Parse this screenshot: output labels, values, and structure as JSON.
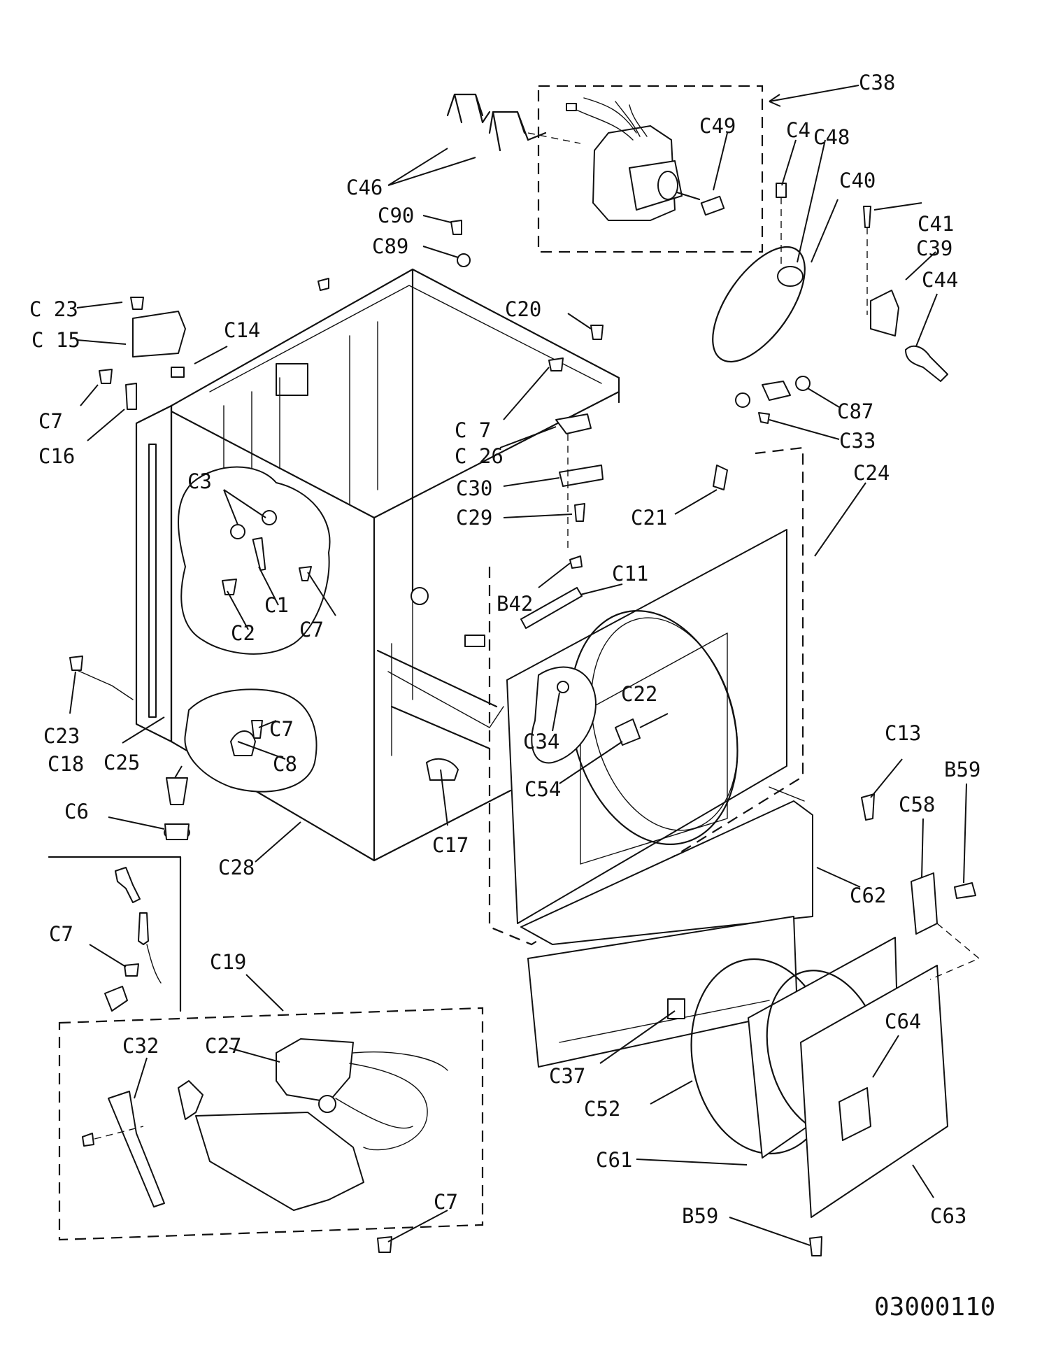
{
  "diagram": {
    "drawing_number": "03000110",
    "callouts": [
      {
        "id": "C38",
        "text": "C38"
      },
      {
        "id": "C49",
        "text": "C49"
      },
      {
        "id": "C4",
        "text": "C4"
      },
      {
        "id": "C48",
        "text": "C48"
      },
      {
        "id": "C40",
        "text": "C40"
      },
      {
        "id": "C46",
        "text": "C46"
      },
      {
        "id": "C90",
        "text": "C90"
      },
      {
        "id": "C89",
        "text": "C89"
      },
      {
        "id": "C41",
        "text": "C41"
      },
      {
        "id": "C39",
        "text": "C39"
      },
      {
        "id": "C44",
        "text": "C44"
      },
      {
        "id": "C23a",
        "text": "C 23"
      },
      {
        "id": "C15",
        "text": "C 15"
      },
      {
        "id": "C14",
        "text": "C14"
      },
      {
        "id": "C7a",
        "text": "C7"
      },
      {
        "id": "C16",
        "text": "C16"
      },
      {
        "id": "C20",
        "text": "C20"
      },
      {
        "id": "C7b",
        "text": "C 7"
      },
      {
        "id": "C26",
        "text": "C 26"
      },
      {
        "id": "C30",
        "text": "C30"
      },
      {
        "id": "C29",
        "text": "C29"
      },
      {
        "id": "C21",
        "text": "C21"
      },
      {
        "id": "C87",
        "text": "C87"
      },
      {
        "id": "C33",
        "text": "C33"
      },
      {
        "id": "C24",
        "text": "C24"
      },
      {
        "id": "C3",
        "text": "C3"
      },
      {
        "id": "C1",
        "text": "C1"
      },
      {
        "id": "C2",
        "text": "C2"
      },
      {
        "id": "C7c",
        "text": "C7"
      },
      {
        "id": "B42",
        "text": "B42"
      },
      {
        "id": "C11",
        "text": "C11"
      },
      {
        "id": "C23b",
        "text": "C23"
      },
      {
        "id": "C18",
        "text": "C18"
      },
      {
        "id": "C25",
        "text": "C25"
      },
      {
        "id": "C7d",
        "text": "C7"
      },
      {
        "id": "C8",
        "text": "C8"
      },
      {
        "id": "C22",
        "text": "C22"
      },
      {
        "id": "C34",
        "text": "C34"
      },
      {
        "id": "C54",
        "text": "C54"
      },
      {
        "id": "C13",
        "text": "C13"
      },
      {
        "id": "B59a",
        "text": "B59"
      },
      {
        "id": "C6",
        "text": "C6"
      },
      {
        "id": "C28",
        "text": "C28"
      },
      {
        "id": "C17",
        "text": "C17"
      },
      {
        "id": "C58",
        "text": "C58"
      },
      {
        "id": "C62",
        "text": "C62"
      },
      {
        "id": "C7e",
        "text": "C7"
      },
      {
        "id": "C19",
        "text": "C19"
      },
      {
        "id": "C32",
        "text": "C32"
      },
      {
        "id": "C27",
        "text": "C27"
      },
      {
        "id": "C64",
        "text": "C64"
      },
      {
        "id": "C37",
        "text": "C37"
      },
      {
        "id": "C52",
        "text": "C52"
      },
      {
        "id": "C61",
        "text": "C61"
      },
      {
        "id": "C7f",
        "text": "C7"
      },
      {
        "id": "B59b",
        "text": "B59"
      },
      {
        "id": "C63",
        "text": "C63"
      }
    ]
  }
}
